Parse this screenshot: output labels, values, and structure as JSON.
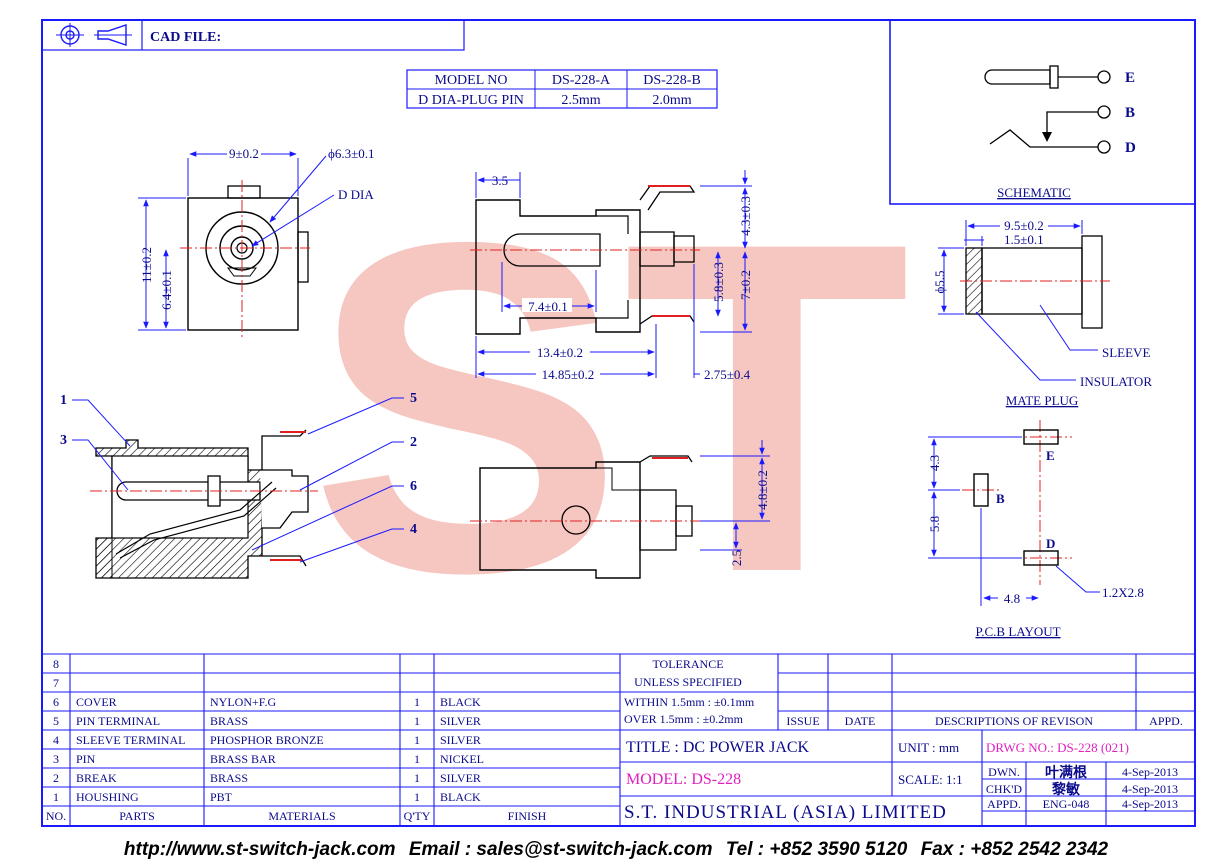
{
  "header": {
    "cad_file_label": "CAD FILE:"
  },
  "watermark": "ST",
  "model_table": {
    "header_label": "MODEL NO",
    "models": [
      "DS-228-A",
      "DS-228-B"
    ],
    "row_label": "D DIA-PLUG PIN",
    "values": [
      "2.5mm",
      "2.0mm"
    ]
  },
  "schematic": {
    "title": "SCHEMATIC",
    "terminals": [
      "E",
      "B",
      "D"
    ]
  },
  "front_view": {
    "dim_width": "9±0.2",
    "dim_dia": "ϕ6.3±0.1",
    "label_ddia": "D DIA",
    "dim_height": "11±0.2",
    "dim_center": "6.4±0.1"
  },
  "side_view": {
    "dim_35": "3.5",
    "dim_43": "4.3±0.3",
    "dim_58": "5.8±0.3",
    "dim_7": "7±0.2",
    "dim_74": "7.4±0.1",
    "dim_134": "13.4±0.2",
    "dim_1485": "14.85±0.2",
    "dim_275": "2.75±0.4"
  },
  "bottom_view": {
    "dim_48": "4.8±0.2",
    "dim_25": "2.5"
  },
  "mate_plug": {
    "title": "MATE PLUG",
    "dim_95": "9.5±0.2",
    "dim_15": "1.5±0.1",
    "dim_55": "ϕ5.5",
    "sleeve": "SLEEVE",
    "insulator": "INSULATOR"
  },
  "pcb": {
    "title": "P.C.B LAYOUT",
    "dim_43": "4.3",
    "dim_58": "5.8",
    "dim_48": "4.8",
    "pad": "1.2X2.8",
    "labels": [
      "E",
      "B",
      "D"
    ]
  },
  "section_callouts": [
    "1",
    "3",
    "5",
    "2",
    "6",
    "4"
  ],
  "bom": {
    "rows": [
      {
        "no": "8",
        "part": "",
        "material": "",
        "qty": "",
        "finish": ""
      },
      {
        "no": "7",
        "part": "",
        "material": "",
        "qty": "",
        "finish": ""
      },
      {
        "no": "6",
        "part": "COVER",
        "material": "NYLON+F.G",
        "qty": "1",
        "finish": "BLACK"
      },
      {
        "no": "5",
        "part": "PIN TERMINAL",
        "material": "BRASS",
        "qty": "1",
        "finish": "SILVER"
      },
      {
        "no": "4",
        "part": "SLEEVE TERMINAL",
        "material": "PHOSPHOR BRONZE",
        "qty": "1",
        "finish": "SILVER"
      },
      {
        "no": "3",
        "part": "PIN",
        "material": "BRASS BAR",
        "qty": "1",
        "finish": "NICKEL"
      },
      {
        "no": "2",
        "part": "BREAK",
        "material": "BRASS",
        "qty": "1",
        "finish": "SILVER"
      },
      {
        "no": "1",
        "part": "HOUSHING",
        "material": "PBT",
        "qty": "1",
        "finish": "BLACK"
      }
    ],
    "headers": {
      "no": "NO.",
      "parts": "PARTS",
      "materials": "MATERIALS",
      "qty": "Q'TY",
      "finish": "FINISH"
    }
  },
  "tolerance": {
    "line1": "TOLERANCE",
    "line2": "UNLESS SPECIFIED",
    "line3": "WITHIN 1.5mm : ±0.1mm",
    "line4": "OVER 1.5mm : ±0.2mm"
  },
  "revision": {
    "issue": "ISSUE",
    "date": "DATE",
    "desc": "DESCRIPTIONS OF REVISON",
    "appd": "APPD."
  },
  "title_block": {
    "title": "TITLE : DC POWER JACK",
    "unit": "UNIT : mm",
    "drwg": "DRWG NO.: DS-228 (021)",
    "model": "MODEL: DS-228",
    "scale": "SCALE: 1:1",
    "dwn_label": "DWN.",
    "dwn_name": "叶满根",
    "dwn_date": "4-Sep-2013",
    "chk_label": "CHK'D",
    "chk_name": "黎敏",
    "chk_date": "4-Sep-2013",
    "appd_label": "APPD.",
    "appd_name": "ENG-048",
    "appd_date": "4-Sep-2013",
    "company": "S.T. INDUSTRIAL (ASIA) LIMITED"
  },
  "footer": {
    "url": "http://www.st-switch-jack.com",
    "email": "Email : sales@st-switch-jack.com",
    "tel": "Tel : +852 3590 5120",
    "fax": "Fax : +852 2542 2342"
  },
  "colors": {
    "border": "#1a1aff",
    "dim": "#1a1aff",
    "text": "#0a0a8c",
    "center": "#e02020",
    "magenta": "#e020c0",
    "watermark": "#f3b3ad"
  }
}
